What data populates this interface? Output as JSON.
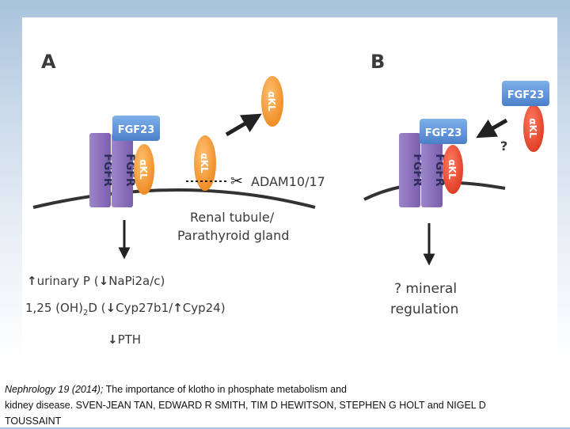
{
  "panels": {
    "a": {
      "letter": "A",
      "fgfr_left": "FGFR",
      "fgfr_right": "FGFR",
      "fgf23": "FGF23",
      "klotho_bound": "αKL",
      "klotho_membrane": "αKL",
      "klotho_shed": "αKL",
      "protease": "ADAM10/17",
      "tissue_line1": "Renal tubule/",
      "tissue_line2": "Parathyroid gland",
      "effect1_prefix": "urinary P (",
      "effect1_suffix": "NaPi2a/c)",
      "effect2_prefix": "1,25 (OH)",
      "effect2_sub": "2",
      "effect2_mid": "D (",
      "effect2_mid2": "Cyp27b1/",
      "effect2_suffix": "Cyp24)",
      "effect3": "PTH"
    },
    "b": {
      "letter": "B",
      "fgfr_left": "FGFR",
      "fgfr_right": "FGFR",
      "fgf23_bound": "FGF23",
      "klotho_bound": "αKL",
      "fgf23_free": "FGF23",
      "klotho_free": "αKL",
      "question": "?",
      "outcome_line1": "? mineral",
      "outcome_line2": "regulation"
    }
  },
  "citation": {
    "journal": "Nephrology 19 (2014);",
    "title": " The importance of klotho in phosphate metabolism and",
    "title_cont": "kidney disease.",
    "authors": " SVEN-JEAN TAN, EDWARD R SMITH, TIM D HEWITSON, STEPHEN G HOLT and NIGEL D",
    "authors_cont": "TOUSSAINT"
  },
  "colors": {
    "fgfr": "#8a6fb8",
    "fgf23": "#5b8fd6",
    "klotho_orange": "#f0902c",
    "klotho_red": "#e8452e",
    "membrane": "#333333"
  },
  "icons": [
    "up-arrow-icon",
    "down-arrow-icon",
    "scissors-icon",
    "cleavage-arrow-icon",
    "binding-arrow-icon"
  ]
}
